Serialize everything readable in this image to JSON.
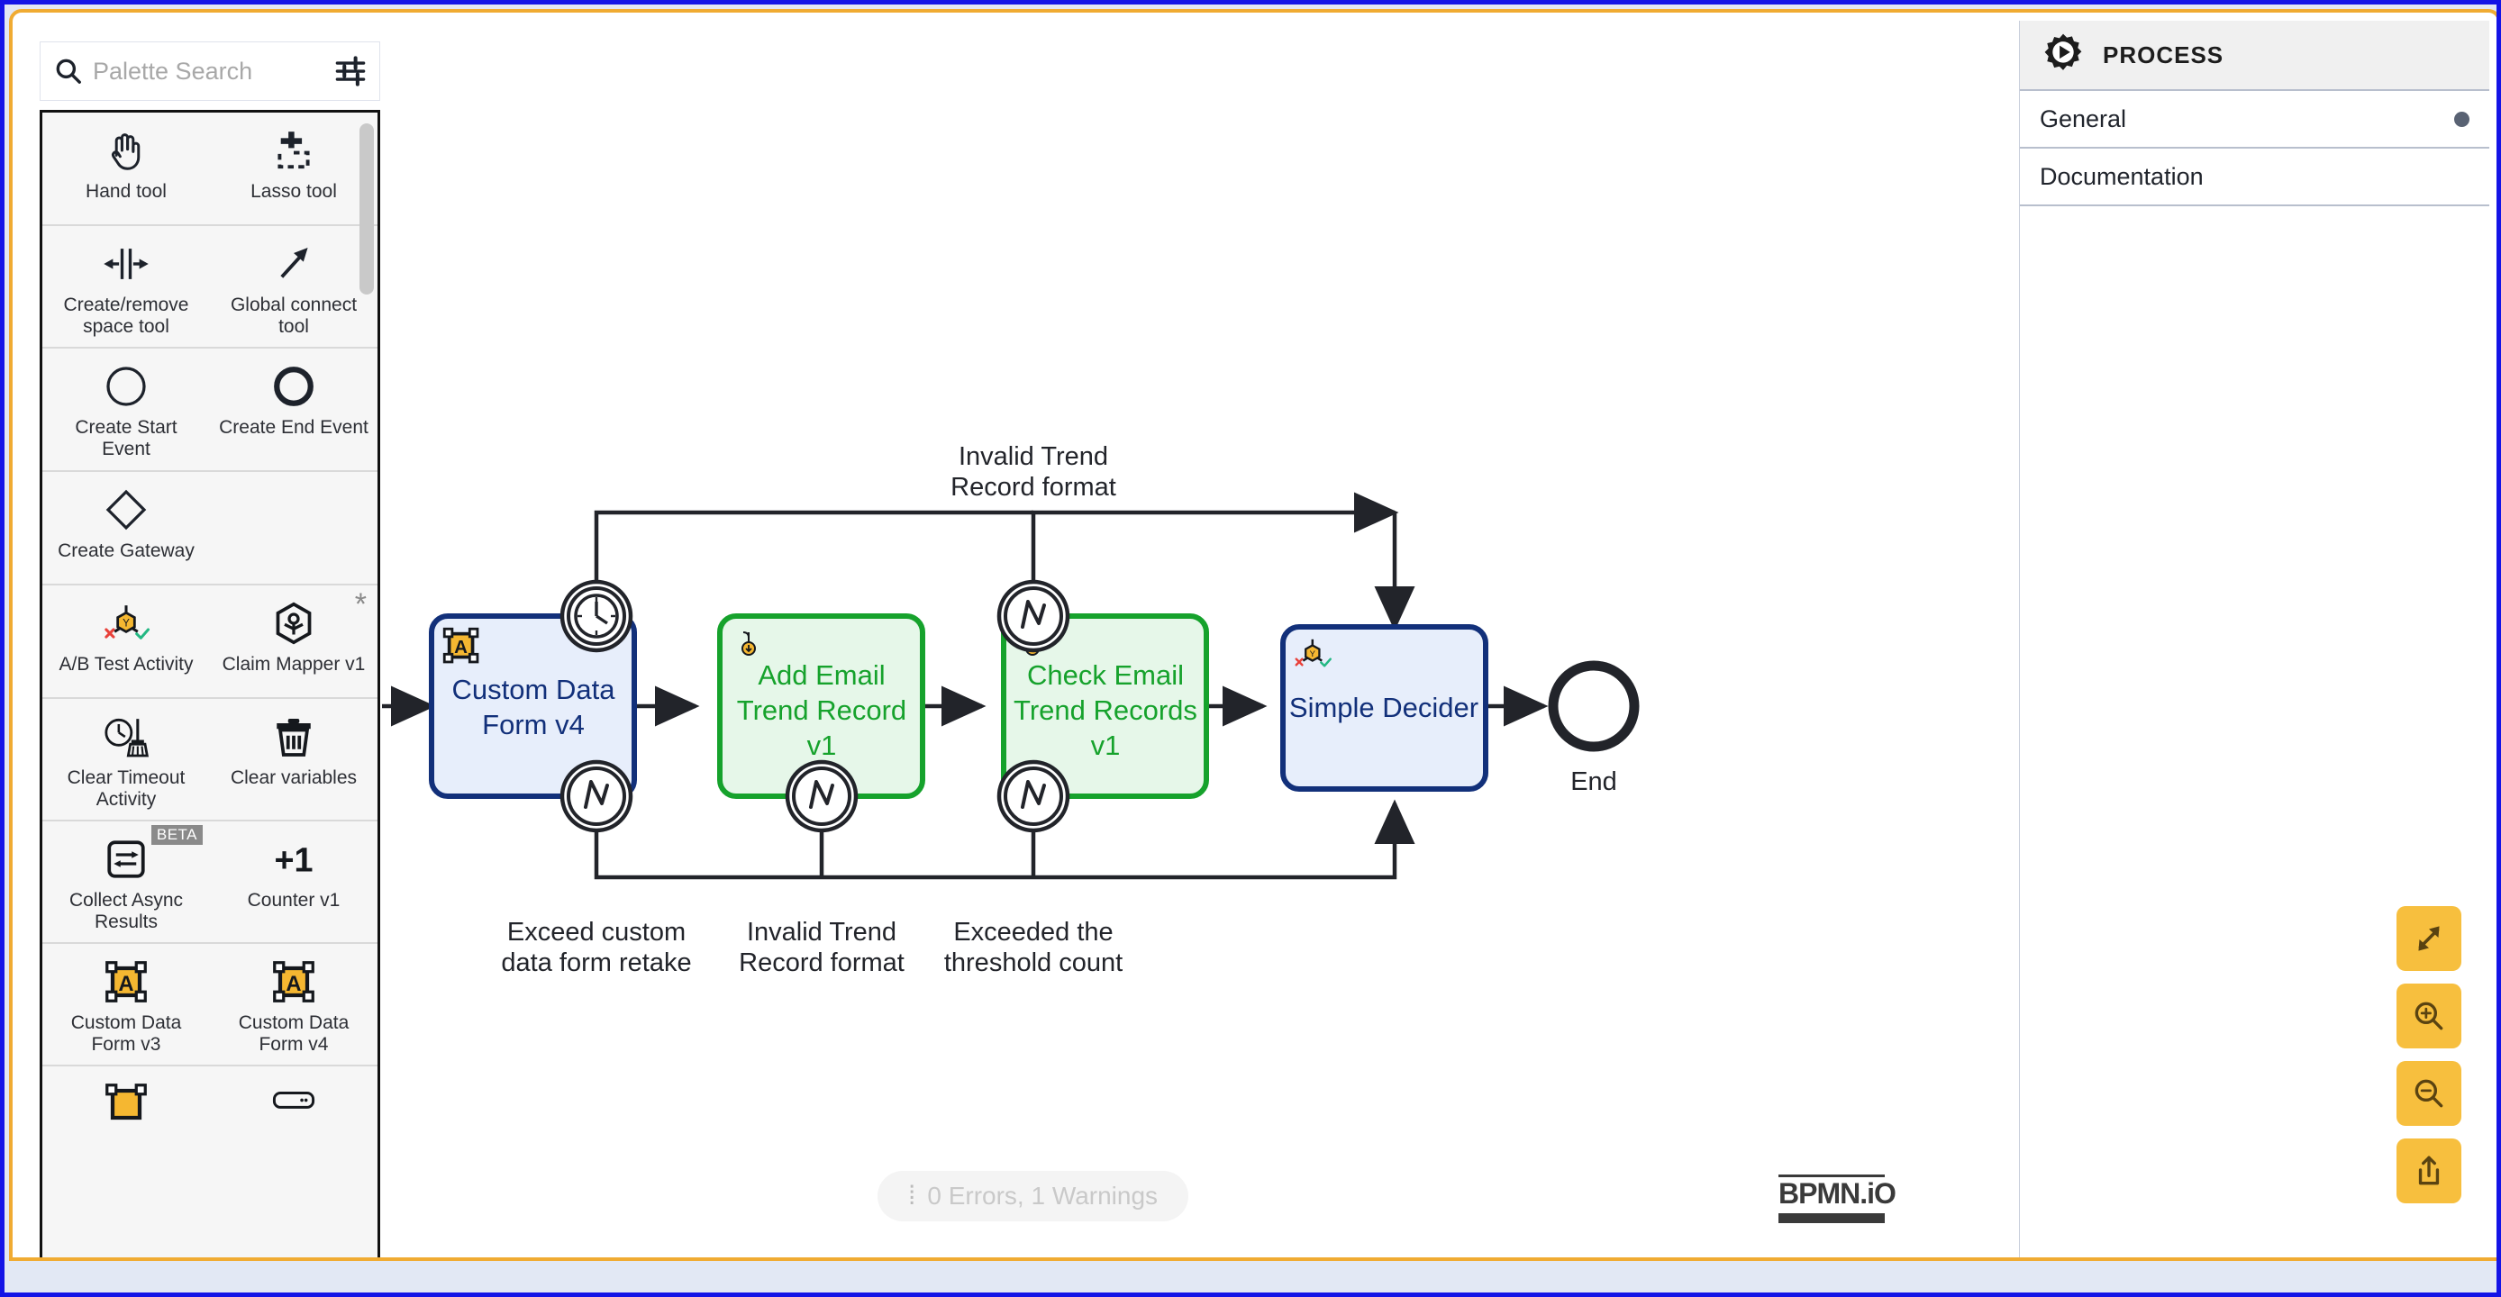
{
  "window": {
    "accent_border": "#f0ab32",
    "outer_border": "#1414e6"
  },
  "palette": {
    "search": {
      "placeholder": "Palette Search",
      "value": "",
      "search_icon": "search-icon",
      "filter_icon": "sliders-filter-icon"
    },
    "items": [
      {
        "label": "Hand tool",
        "icon": "hand-icon",
        "badge": ""
      },
      {
        "label": "Lasso tool",
        "icon": "lasso-select-icon",
        "badge": ""
      },
      {
        "label": "Create/remove space tool",
        "icon": "space-tool-icon",
        "badge": ""
      },
      {
        "label": "Global connect tool",
        "icon": "arrow-connect-icon",
        "badge": ""
      },
      {
        "label": "Create Start Event",
        "icon": "start-event-circle-icon",
        "badge": ""
      },
      {
        "label": "Create End Event",
        "icon": "end-event-circle-icon",
        "badge": ""
      },
      {
        "label": "Create Gateway",
        "icon": "gateway-diamond-icon",
        "badge": ""
      },
      {
        "label": "",
        "icon": "",
        "badge": ""
      },
      {
        "label": "A/B Test Activity",
        "icon": "ab-test-icon",
        "badge": ""
      },
      {
        "label": "Claim Mapper v1",
        "icon": "claim-mapper-cube-icon",
        "badge": "*"
      },
      {
        "label": "Clear Timeout Activity",
        "icon": "clock-broom-icon",
        "badge": ""
      },
      {
        "label": "Clear variables",
        "icon": "trash-can-icon",
        "badge": ""
      },
      {
        "label": "Collect Async Results",
        "icon": "async-arrows-icon",
        "badge": "BETA"
      },
      {
        "label": "Counter v1",
        "icon": "plus-one-icon",
        "badge": ""
      },
      {
        "label": "Custom Data Form v3",
        "icon": "custom-data-form-icon",
        "badge": ""
      },
      {
        "label": "Custom Data Form v4",
        "icon": "custom-data-form-icon",
        "badge": ""
      }
    ]
  },
  "properties_panel": {
    "title": "PROCESS",
    "icon": "gear-play-icon",
    "groups": [
      {
        "label": "General",
        "has_dot": true
      },
      {
        "label": "Documentation",
        "has_dot": false
      }
    ]
  },
  "diagram": {
    "type": "bpmn-process",
    "tasks": [
      {
        "id": "custom-data-form-v4",
        "label": "Custom Data Form v4",
        "fill": "#e7eefb",
        "stroke": "#12307a",
        "text_color": "#12307a",
        "type_icon": "custom-data-form-icon",
        "boundary_events": [
          {
            "position": "top",
            "icon": "timer-event-icon"
          },
          {
            "position": "bottom",
            "icon": "signal-error-event-icon"
          }
        ]
      },
      {
        "id": "add-email-trend-record-v1",
        "label": "Add Email Trend Record v1",
        "fill": "#e6f7e9",
        "stroke": "#16a22c",
        "text_color": "#16a22c",
        "type_icon": "service-call-icon",
        "boundary_events": [
          {
            "position": "bottom",
            "icon": "signal-error-event-icon"
          }
        ]
      },
      {
        "id": "check-email-trend-records-v1",
        "label": "Check Email Trend Records v1",
        "fill": "#e6f7e9",
        "stroke": "#16a22c",
        "text_color": "#16a22c",
        "type_icon": "service-call-icon",
        "boundary_events": [
          {
            "position": "top",
            "icon": "signal-error-event-icon"
          },
          {
            "position": "bottom",
            "icon": "signal-error-event-icon"
          }
        ]
      },
      {
        "id": "simple-decider",
        "label": "Simple Decider",
        "fill": "#e7eefb",
        "stroke": "#12307a",
        "text_color": "#12307a",
        "type_icon": "ab-test-icon",
        "boundary_events": []
      }
    ],
    "events": [
      {
        "id": "end-event",
        "label": "End",
        "kind": "end"
      }
    ],
    "flow_labels": [
      {
        "id": "label-invalid-top",
        "line1": "Invalid Trend",
        "line2": "Record format"
      },
      {
        "id": "label-exceed",
        "line1": "Exceed custom",
        "line2": "data form retake"
      },
      {
        "id": "label-invalid-bottom",
        "line1": "Invalid Trend",
        "line2": "Record format"
      },
      {
        "id": "label-threshold",
        "line1": "Exceeded the",
        "line2": "threshold count"
      }
    ]
  },
  "status_bar": {
    "icon": "warning-dots-icon",
    "text": "0 Errors, 1 Warnings"
  },
  "logo": {
    "text": "BPMN.iO"
  },
  "fab_buttons": [
    {
      "name": "fit-viewport-button",
      "icon": "expand-diagonal-icon"
    },
    {
      "name": "zoom-in-button",
      "icon": "magnifier-plus-icon"
    },
    {
      "name": "zoom-out-button",
      "icon": "magnifier-minus-icon"
    },
    {
      "name": "export-share-button",
      "icon": "share-upload-icon"
    }
  ]
}
